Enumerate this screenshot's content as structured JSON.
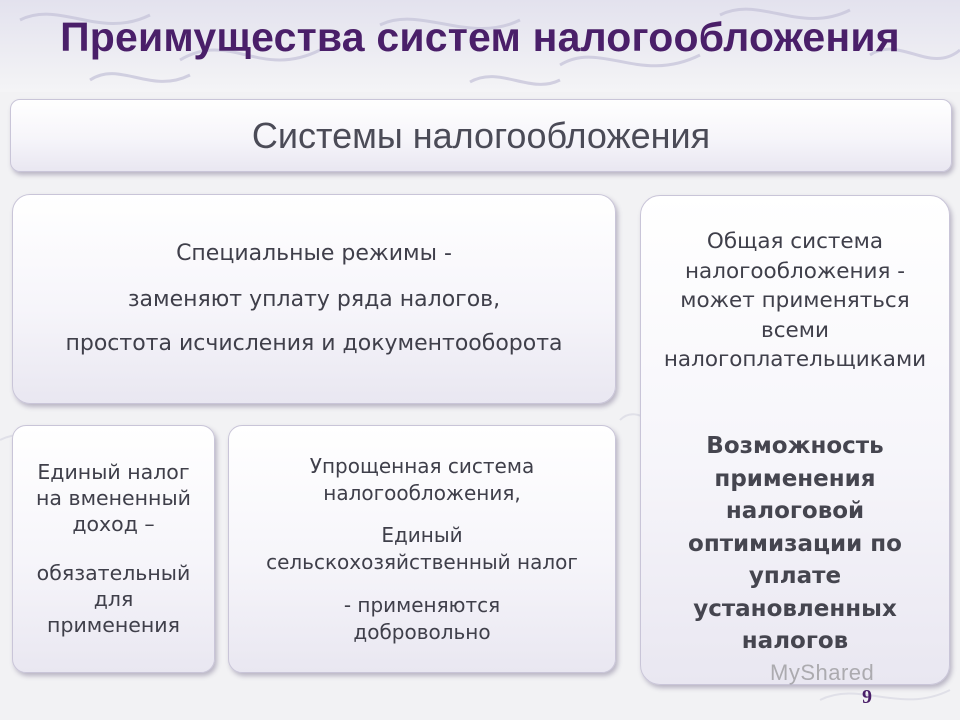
{
  "slide": {
    "title": "Преимущества систем налогообложения",
    "page_number": "9"
  },
  "diagram": {
    "root": "Системы налогообложения",
    "special": {
      "line1": "Специальные режимы  -",
      "line2": "заменяют уплату ряда налогов,",
      "line3": "простота исчисления  и документооборота"
    },
    "general": {
      "lines": [
        "Общая система",
        "налогообложения -",
        "может применяться",
        "всеми",
        "налогоплательщиками"
      ],
      "benefit_lines": [
        "Возможность",
        "применения",
        "налоговой",
        "оптимизации по",
        "уплате",
        "установленных",
        "налогов"
      ]
    },
    "envd": {
      "lines": [
        "Единый налог",
        "на вмененный",
        "доход –"
      ],
      "note_lines": [
        "обязательный",
        "для",
        "применения"
      ]
    },
    "usn": {
      "lines": [
        "Упрощенная система",
        "налогообложения,"
      ],
      "eshn_lines": [
        "Единый",
        "сельскохозяйственный налог"
      ],
      "note_lines": [
        "- применяются",
        "добровольно"
      ]
    }
  },
  "watermark": "MyShared"
}
